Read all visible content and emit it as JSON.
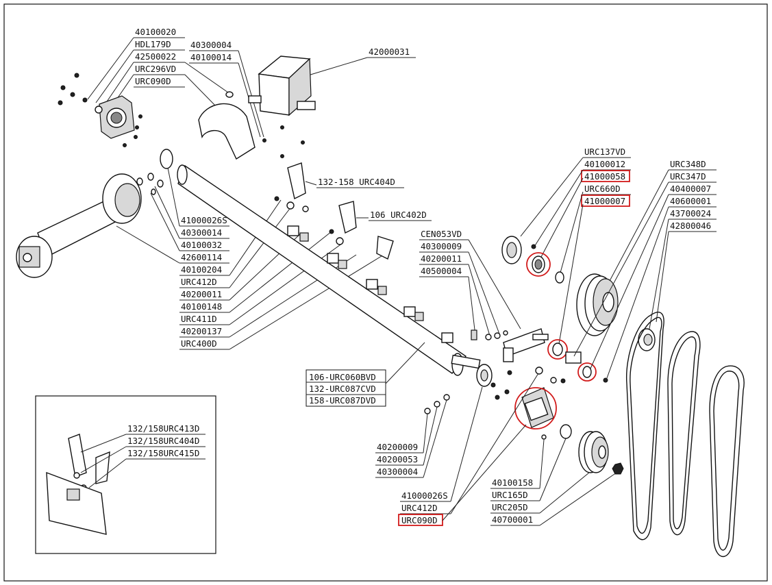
{
  "labels": {
    "tl_1": "40100020",
    "tl_2": "HDL179D",
    "tl_3": "42500022",
    "tl_4": "URC296VD",
    "tl_5": "URC090D",
    "tm_1": "40300004",
    "tm_2": "40100014",
    "gearbox": "42000031",
    "bracket_404": "132-158 URC404D",
    "bracket_402": "106 URC402D",
    "l_1": "41000026S",
    "l_2": "40300014",
    "l_3": "40100032",
    "l_4": "42600114",
    "l_5": "40100204",
    "l_6": "URC412D",
    "l_7": "40200011",
    "l_8": "40100148",
    "l_9": "URC411D",
    "l_10": "40200137",
    "l_11": "URC400D",
    "rotor_1": "106-URC060BVD",
    "rotor_2": "132-URC087CVD",
    "rotor_3": "158-URC087DVD",
    "c_1": "CEN053VD",
    "c_2": "40300009",
    "c_3": "40200011",
    "c_4": "40500004",
    "r_1": "URC137VD",
    "r_2": "40100012",
    "r_3": "41000058",
    "r_4": "URC660D",
    "r_5": "41000007",
    "fr_1": "URC348D",
    "fr_2": "URC347D",
    "fr_3": "40400007",
    "fr_4": "40600001",
    "fr_5": "43700024",
    "fr_6": "42800046",
    "bm_1": "40200009",
    "bm_2": "40200053",
    "bm_3": "40300004",
    "b_1": "41000026S",
    "b_2": "URC412D",
    "b_3": "URC090D",
    "br_1": "40100158",
    "br_2": "URC165D",
    "br_3": "URC205D",
    "br_4": "40700001",
    "inset_1": "132/158URC413D",
    "inset_2": "132/158URC404D",
    "inset_3": "132/158URC415D"
  },
  "highlighted_parts": [
    "41000058",
    "41000007",
    "URC090D"
  ],
  "colors": {
    "highlight": "#d11a1a",
    "line": "#111111",
    "background": "#ffffff"
  }
}
